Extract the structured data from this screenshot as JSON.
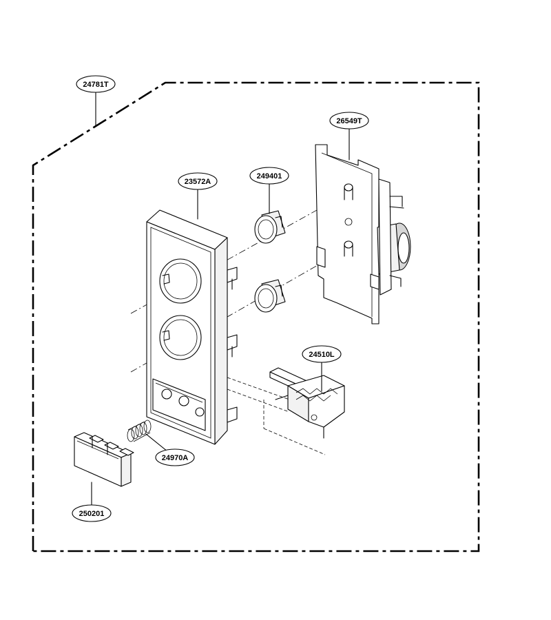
{
  "callouts": [
    {
      "id": "assembly",
      "label": "24781T"
    },
    {
      "id": "timer-switch",
      "label": "26549T"
    },
    {
      "id": "knob",
      "label": "249401"
    },
    {
      "id": "control-panel",
      "label": "23572A"
    },
    {
      "id": "latch-lever",
      "label": "24510L"
    },
    {
      "id": "spring",
      "label": "24970A"
    },
    {
      "id": "push-button",
      "label": "250201"
    }
  ]
}
